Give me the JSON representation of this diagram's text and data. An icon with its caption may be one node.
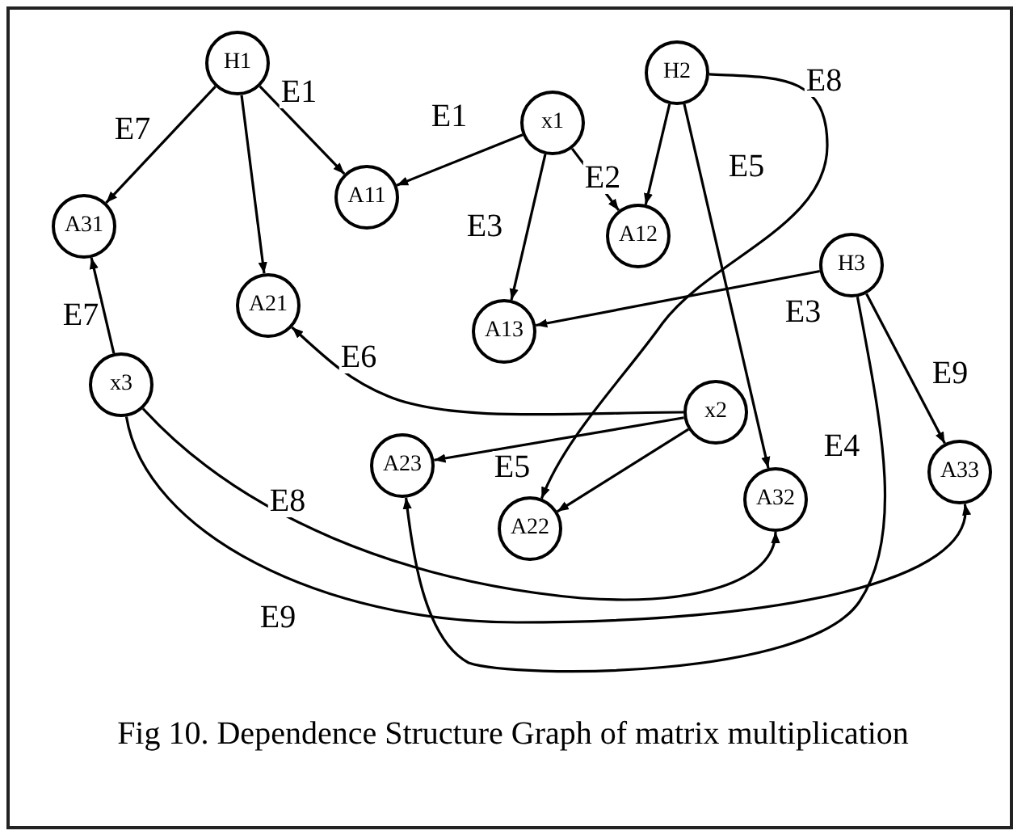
{
  "diagram": {
    "caption": "Fig 10. Dependence Structure Graph of matrix multiplication",
    "nodes": [
      {
        "text": [
          "H1"
        ]
      },
      {
        "text": [
          "x1"
        ]
      },
      {
        "text": [
          "H2"
        ]
      },
      {
        "text": [
          "A11"
        ]
      },
      {
        "text": [
          "A12"
        ]
      },
      {
        "text": [
          "A31"
        ]
      },
      {
        "text": [
          "H3"
        ]
      },
      {
        "text": [
          "A21"
        ]
      },
      {
        "text": [
          "A13"
        ]
      },
      {
        "text": [
          "x3"
        ]
      },
      {
        "text": [
          "x2"
        ]
      },
      {
        "text": [
          "A23"
        ]
      },
      {
        "text": [
          "A32"
        ]
      },
      {
        "text": [
          "A33"
        ]
      },
      {
        "text": [
          "A22"
        ]
      }
    ],
    "edges": [
      {
        "from": 0,
        "to": 5,
        "arrow": "to",
        "label": "E7"
      },
      {
        "from": 0,
        "to": 7,
        "arrow": "to"
      },
      {
        "from": 0,
        "to": 3,
        "arrow": "to",
        "label": "E1"
      },
      {
        "from": 1,
        "to": 3,
        "arrow": "to",
        "label": "E1"
      },
      {
        "from": 1,
        "to": 4,
        "arrow": "to",
        "label": "E2"
      },
      {
        "from": 1,
        "to": 8,
        "arrow": "to",
        "label": "E3"
      },
      {
        "from": 2,
        "to": 4,
        "arrow": "to"
      },
      {
        "from": 2,
        "to": 12,
        "arrow": "to",
        "label": "E5"
      },
      {
        "from": 2,
        "to": 14,
        "arrow": "to",
        "label": "E8"
      },
      {
        "from": 6,
        "to": 8,
        "arrow": "to",
        "label": "E3"
      },
      {
        "from": 6,
        "to": 13,
        "arrow": "to",
        "label": "E9"
      },
      {
        "from": 6,
        "to": 11,
        "arrow": "to",
        "label": "E4"
      },
      {
        "from": 9,
        "to": 5,
        "arrow": "to",
        "label": "E7"
      },
      {
        "from": 10,
        "to": 7,
        "arrow": "to",
        "label": "E6"
      },
      {
        "from": 10,
        "to": 11,
        "arrow": "to",
        "label": "E5"
      },
      {
        "from": 10,
        "to": 14,
        "arrow": "to"
      },
      {
        "from": 9,
        "to": 12,
        "arrow": "to",
        "label": "E8"
      },
      {
        "from": 9,
        "to": 13,
        "arrow": "to",
        "label": "E9"
      }
    ]
  }
}
